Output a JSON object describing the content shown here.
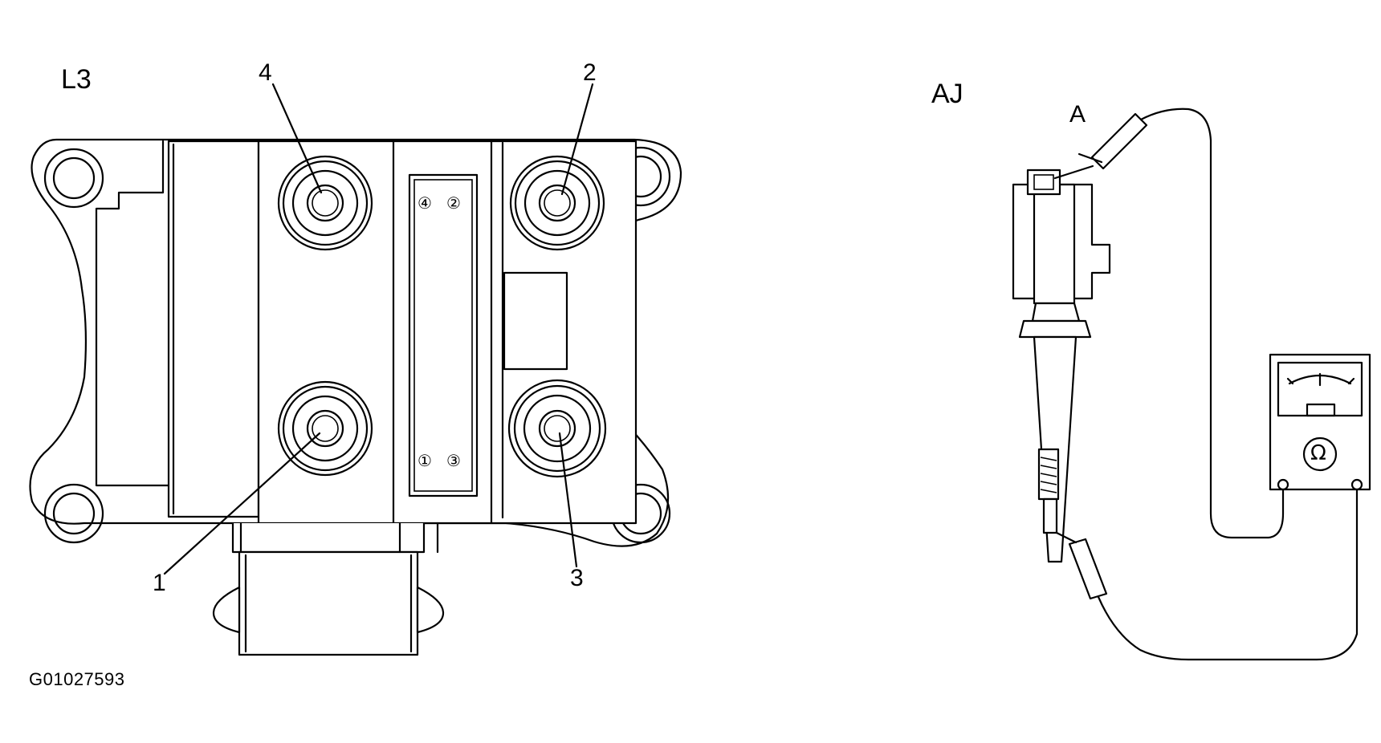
{
  "figure_id": "G01027593",
  "left_panel": {
    "label": "L3",
    "callouts": [
      "1",
      "2",
      "3",
      "4"
    ],
    "mold_markings": [
      "④",
      "②",
      "①",
      "③"
    ]
  },
  "right_panel": {
    "label": "AJ",
    "callout": "A",
    "meter_symbol": "Ω"
  }
}
